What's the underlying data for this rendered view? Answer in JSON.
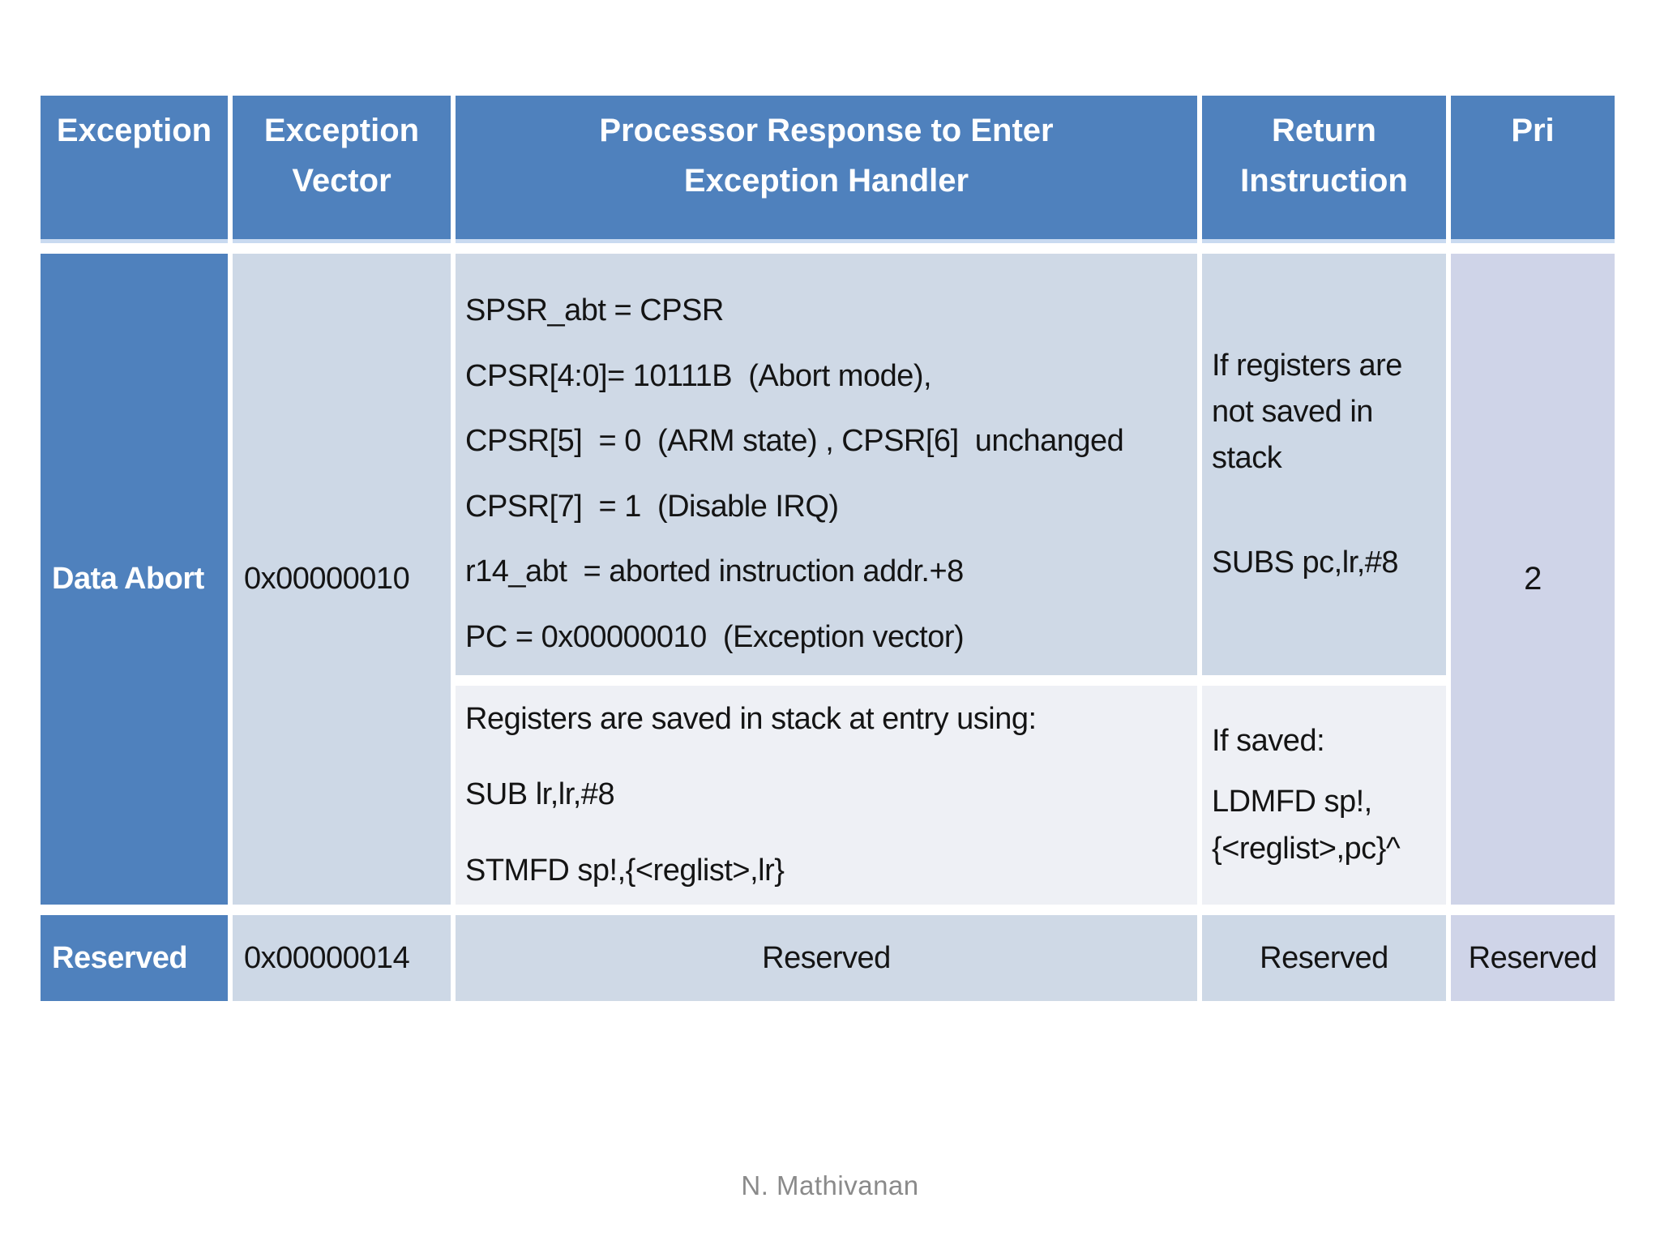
{
  "table": {
    "columns": [
      "Exception",
      "Exception Vector",
      "Processor Response to Enter Exception Handler",
      "Return Instruction",
      "Pri"
    ],
    "data_abort": {
      "exception": "Data Abort",
      "vector": "0x00000010",
      "response_not_saved": [
        "SPSR_abt = CPSR",
        "CPSR[4:0]= 10111B  (Abort mode),",
        "CPSR[5]  = 0  (ARM state) , CPSR[6]  unchanged",
        "CPSR[7]  = 1  (Disable IRQ)",
        "r14_abt  = aborted instruction addr.+8",
        "PC = 0x00000010  (Exception vector)"
      ],
      "response_saved": [
        "Registers are saved in stack at entry using:",
        "SUB lr,lr,#8",
        "STMFD sp!,{<reglist>,lr}"
      ],
      "return_not_saved": [
        "If registers are not saved in stack",
        "SUBS pc,lr,#8"
      ],
      "return_saved": [
        "If saved:",
        "LDMFD sp!,",
        "{<reglist>,pc}^"
      ],
      "priority": "2"
    },
    "reserved": {
      "exception": "Reserved",
      "vector": "0x00000014",
      "response": "Reserved",
      "return_instruction": "Reserved",
      "priority": "Reserved"
    }
  },
  "footer": {
    "author": "N. Mathivanan"
  },
  "colors": {
    "header_blue": "#4f81bd",
    "cell_light_blue": "#cfd9e6",
    "cell_lavender": "#cfd4e8",
    "cell_pale": "#eef0f5",
    "header_underline": "#c9daf0",
    "text_dark": "#141414",
    "footer_gray": "#8a8a8a"
  }
}
